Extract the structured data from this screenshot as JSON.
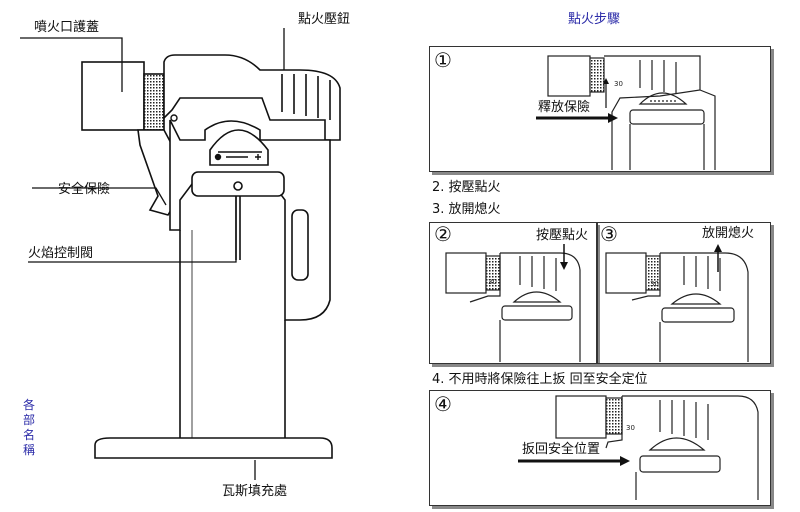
{
  "labels": {
    "nozzle_cover": "噴火口護蓋",
    "ignition_button": "點火壓鈕",
    "safety_lock": "安全保險",
    "flame_valve": "火焰控制閥",
    "gas_filler": "瓦斯填充處",
    "parts_names": [
      "各",
      "部",
      "名",
      "稱"
    ]
  },
  "steps": {
    "title": "點火步驟",
    "step1": {
      "num": "①",
      "callout": "釋放保險"
    },
    "step2_text": "2. 按壓點火",
    "step3_text": "3. 放開熄火",
    "step2": {
      "num": "②",
      "callout": "按壓點火"
    },
    "step3": {
      "num": "③",
      "callout": "放開熄火"
    },
    "step4_text": "4. 不用時將保險往上扳 回至安全定位",
    "step4": {
      "num": "④",
      "callout": "扳回安全位置"
    }
  },
  "colors": {
    "accent_text": "#2b2ba8",
    "line": "#111111",
    "frame": "#333333"
  }
}
